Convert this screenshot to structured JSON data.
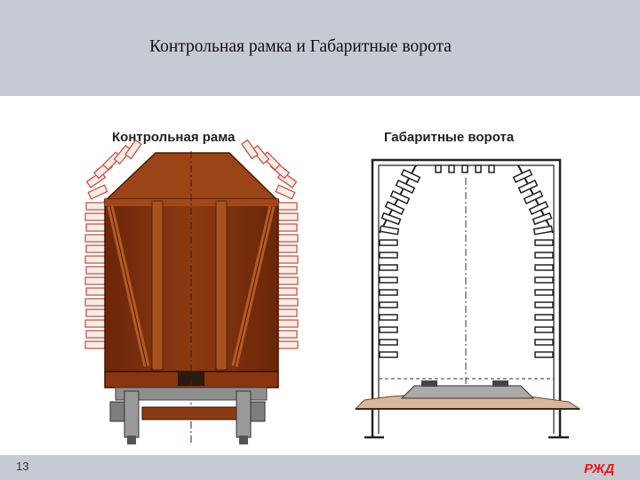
{
  "slide": {
    "title": "Контрольная рамка  и Габаритные ворота",
    "page_number": "13",
    "logo_text": "РЖД",
    "colors": {
      "header_bg": "#c6cad3",
      "wagon_body": "#7a2e0c",
      "brick": "#f4ece6",
      "logo_red": "#e21a1a"
    }
  },
  "figures": {
    "left_caption": "Контрольная рама",
    "right_caption": "Габаритные ворота"
  }
}
